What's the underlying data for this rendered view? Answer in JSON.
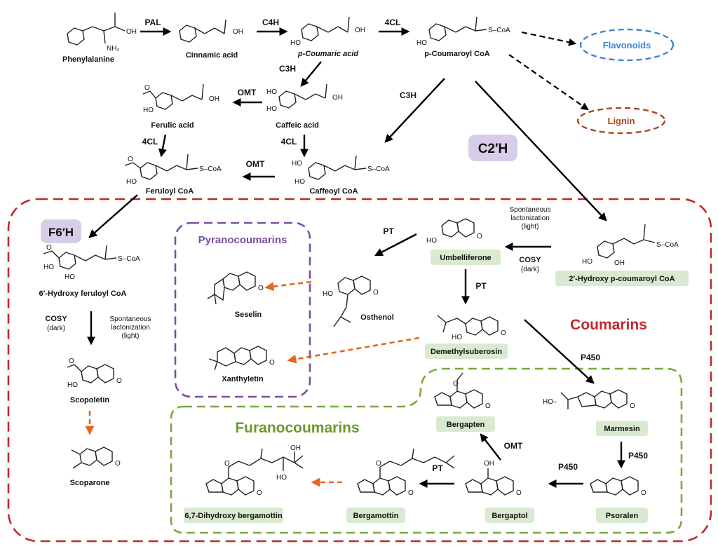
{
  "compounds": {
    "phenylalanine": "Phenylalanine",
    "cinnamic": "Cinnamic acid",
    "pcoumaric": "p-Coumaric acid",
    "pcoumaroyl": "p-Coumaroyl CoA",
    "caffeic": "Caffeic acid",
    "ferulic": "Ferulic acid",
    "caffeoyl": "Caffeoyl CoA",
    "feruloyl": "Feruloyl CoA",
    "hydroxyferuloyl": "6′-Hydroxy feruloyl CoA",
    "scopoletin": "Scopoletin",
    "scoparone": "Scoparone",
    "umbelliferone": "Umbelliferone",
    "hydroxycoumaroyl": "2′-Hydroxy p-coumaroyl CoA",
    "osthenol": "Osthenol",
    "seselin": "Seselin",
    "xanthyletin": "Xanthyletin",
    "demethylsuberosin": "Demethylsuberosin",
    "marmesin": "Marmesin",
    "psoralen": "Psoralen",
    "bergaptol": "Bergaptol",
    "bergapten": "Bergapten",
    "bergamottin": "Bergamottin",
    "dihydroxybergamottin": "6,7-Dihydroxy bergamottin"
  },
  "enzymes": {
    "pal": "PAL",
    "c4h": "C4H",
    "fourcl_a": "4CL",
    "c3h_a": "C3H",
    "c3h_b": "C3H",
    "omt_a": "OMT",
    "fourcl_b": "4CL",
    "fourcl_c": "4CL",
    "omt_b": "OMT",
    "c2h": "C2′H",
    "f6h": "F6′H",
    "pt_a": "PT",
    "pt_b": "PT",
    "pt_c": "PT",
    "cosy_a": "COSY",
    "dark_a": "(dark)",
    "cosy_b": "COSY",
    "dark_b": "(dark)",
    "spont_a1": "Spontaneous",
    "spont_a2": "lactonization",
    "spont_a3": "(light)",
    "spont_b1": "Spontaneous",
    "spont_b2": "lactonization",
    "spont_b3": "(light)",
    "p450_a": "P450",
    "p450_b": "P450",
    "p450_c": "P450",
    "omt_c": "OMT"
  },
  "groups": {
    "flavonoids": "Flavonoids",
    "lignin": "Lignin",
    "coumarins": "Coumarins",
    "pyranocoumarins": "Pyranocoumarins",
    "furanocoumarins": "Furanocoumarins"
  },
  "atoms": {
    "oh": "OH",
    "ho": "HO",
    "nh2": "NH₂",
    "o": "O",
    "scoa": "S–CoA",
    "ho_dash": "HO–"
  },
  "colors": {
    "coumarins_border": "#c0282d",
    "coumarins_text": "#c0282d",
    "pyrano_border": "#7a4fa3",
    "pyrano_text": "#7a4fa3",
    "furano_border": "#7aa83c",
    "furano_text": "#6a9a2c",
    "flavonoids": "#3d86d6",
    "lignin": "#a8481c",
    "orange_arrow": "#e8641b",
    "tag_fill": "#d9ead0",
    "enzyme_box": "#d7cde8"
  }
}
